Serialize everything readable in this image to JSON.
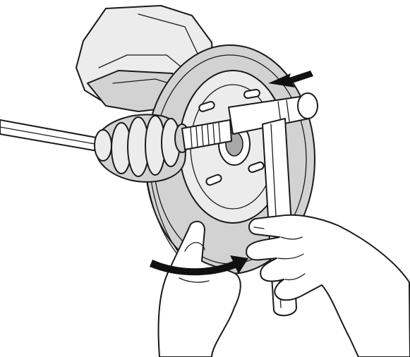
{
  "figure": {
    "kind": "technical-illustration",
    "subject": [
      "brake-caliper",
      "brake-disc",
      "wheel-hub",
      "drive-shaft",
      "cv-joint-boot",
      "t-handle-tool",
      "hands"
    ],
    "arrows": [
      "push-arrow",
      "rotate-arrow"
    ],
    "palette": {
      "line": "#1a1a1a",
      "fill_light": "#ececec",
      "fill_mid": "#d2d2d2",
      "fill_dark": "#a8a8a8",
      "background": "#ffffff"
    }
  }
}
